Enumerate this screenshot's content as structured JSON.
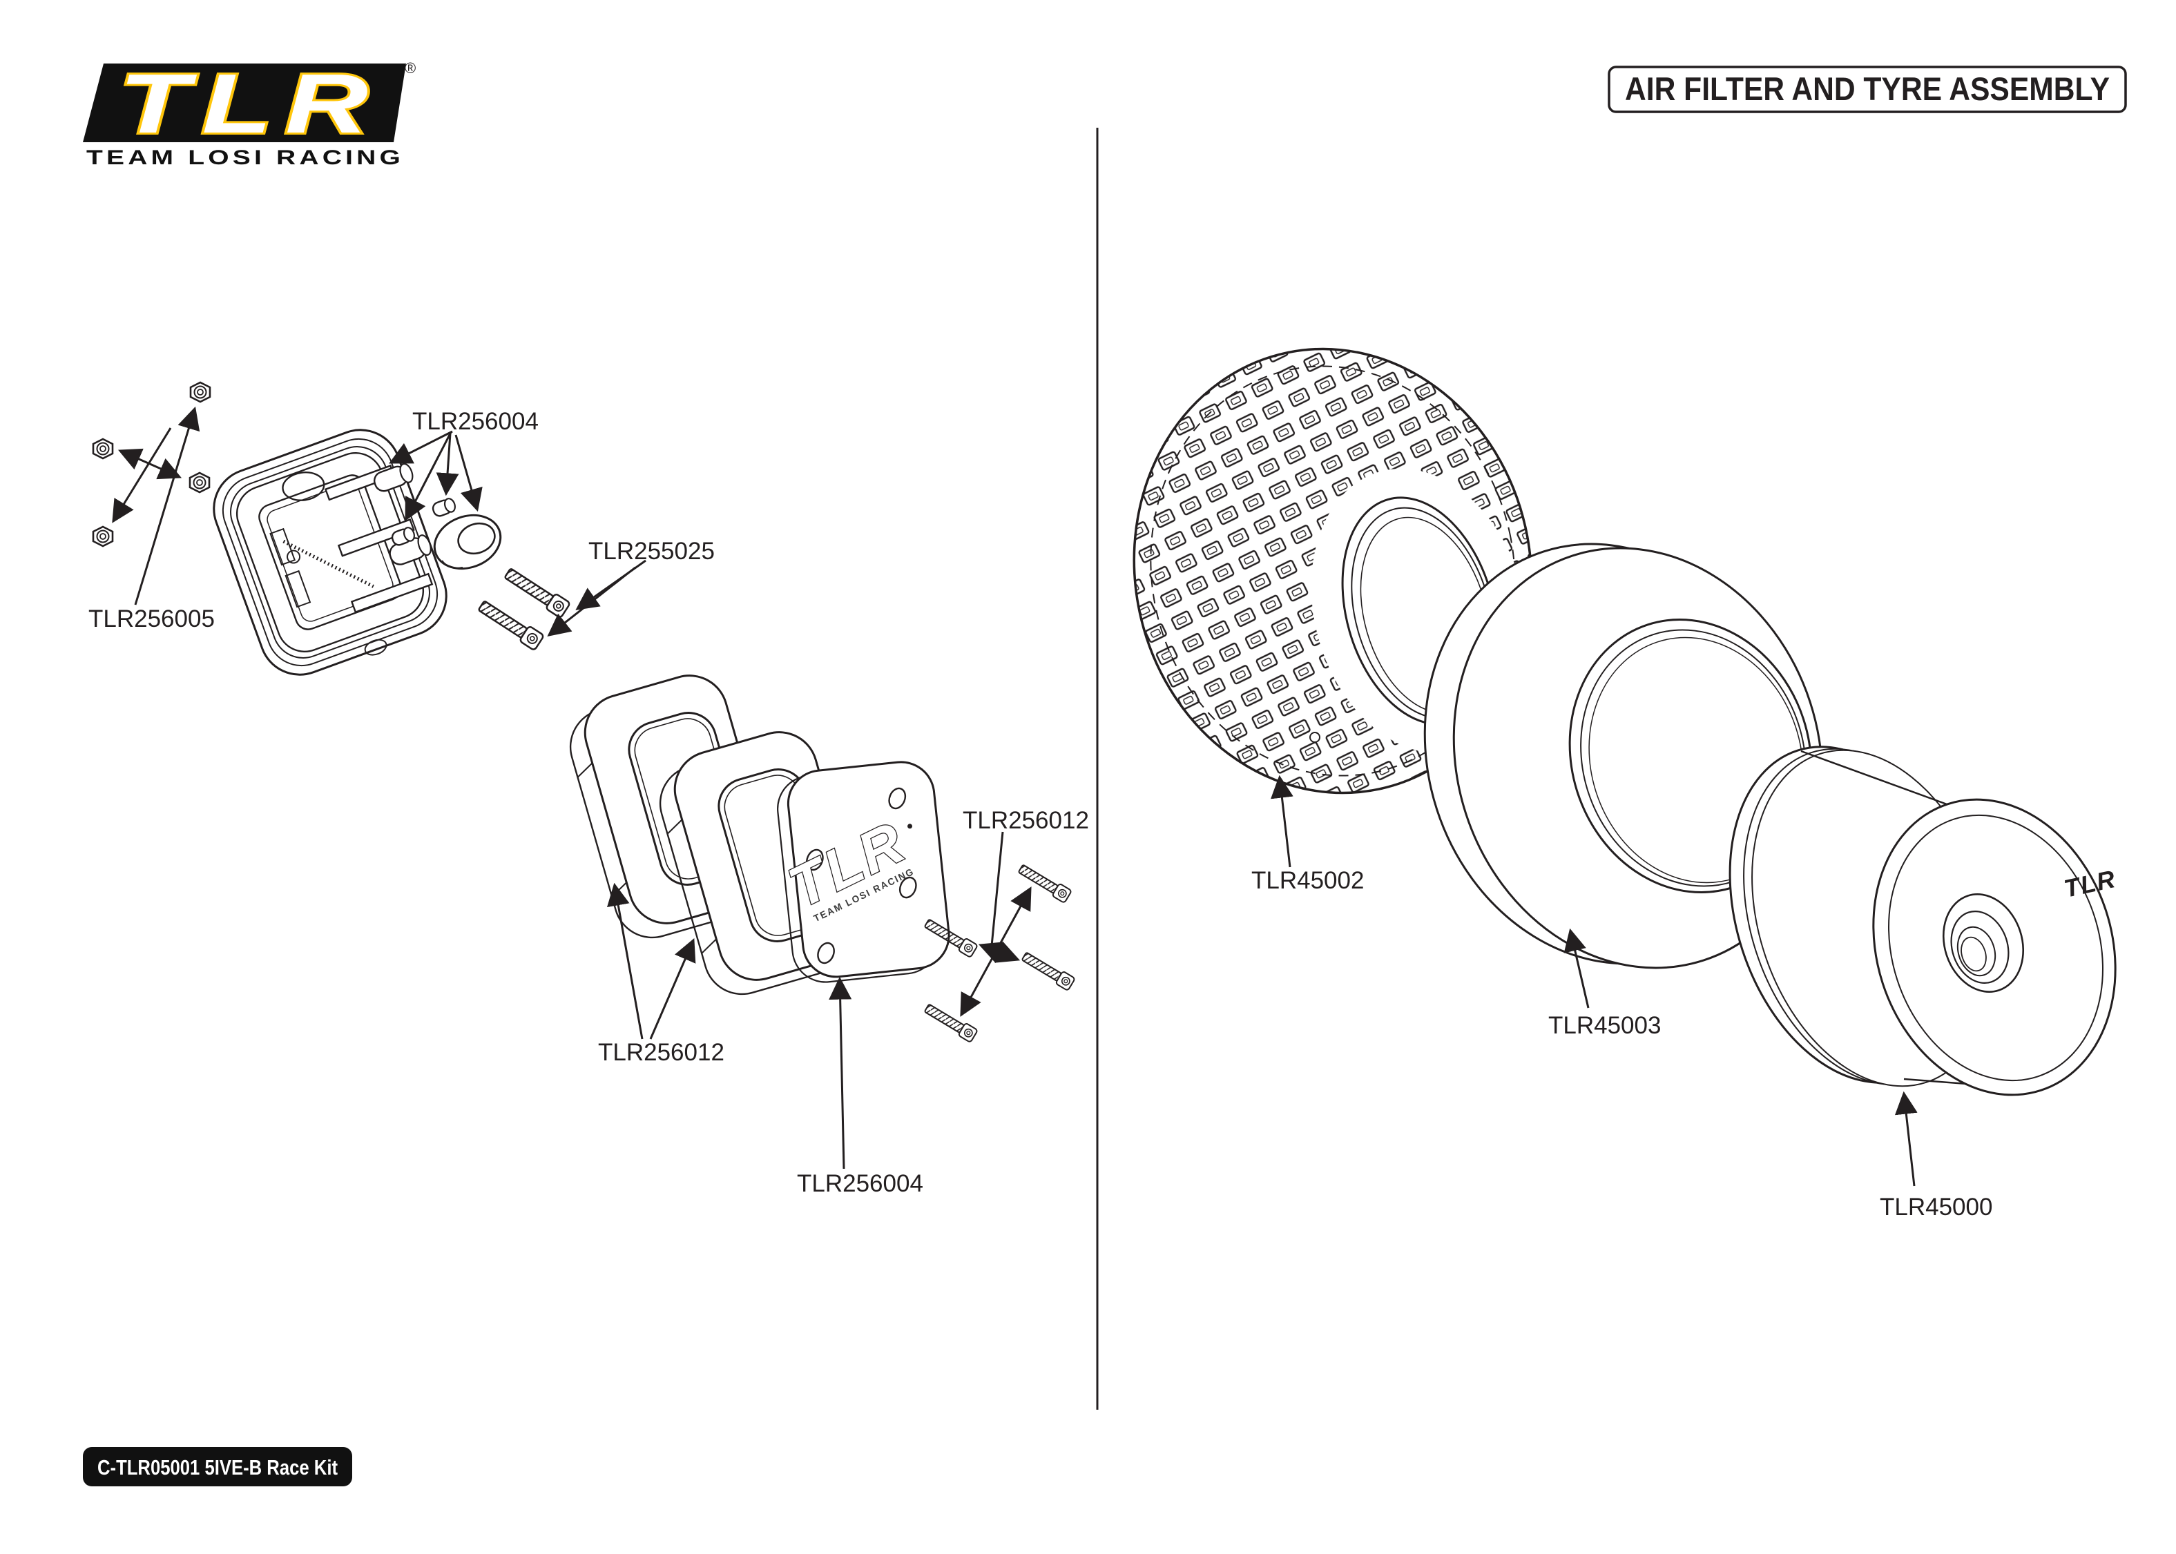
{
  "colors": {
    "ink": "#231f20",
    "yellow": "#ffc60b",
    "paper": "#ffffff"
  },
  "header": {
    "logo": {
      "acronym": "TLR",
      "subtitle": "TEAM LOSI RACING",
      "registered": "®"
    },
    "title": "AIR FILTER AND TYRE ASSEMBLY"
  },
  "footer": {
    "kit_label": "C-TLR05001 5IVE-B Race Kit"
  },
  "part_labels": {
    "filter_clamp_set": "TLR256004",
    "filter_screws_long": "TLR255025",
    "filter_nuts": "TLR256005",
    "foam_elements": "TLR256012",
    "cover_plate": "TLR256004",
    "cover_screws": "TLR256012",
    "tyre": "TLR45002",
    "foam_insert": "TLR45003",
    "wheel": "TLR45000"
  },
  "cover_plate_logo": {
    "acronym": "TLR",
    "subtitle": "TEAM LOSI RACING"
  },
  "wheel_logo": {
    "acronym": "TLR"
  }
}
